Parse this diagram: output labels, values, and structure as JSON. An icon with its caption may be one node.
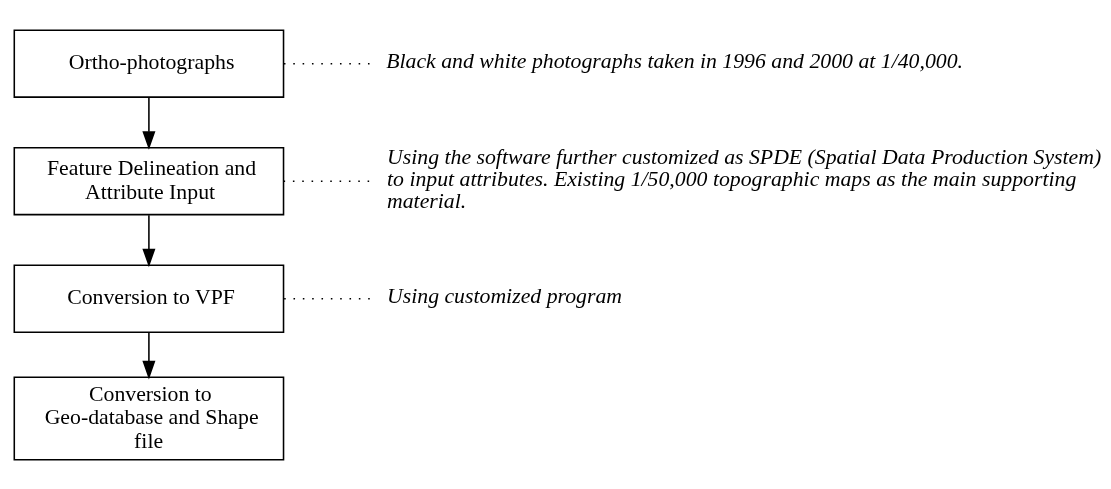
{
  "diagram": {
    "nodes": [
      {
        "text": [
          "Ortho-photographs"
        ]
      },
      {
        "text": [
          "Feature Delineation and Attribute Input"
        ]
      },
      {
        "text": [
          "Conversion to VPF"
        ]
      },
      {
        "text": [
          "Conversion to Geo-database and Shape file"
        ]
      },
      {
        "text": [
          "Black and white photographs taken in 1996 and 2000 at 1/40,000."
        ]
      },
      {
        "text": [
          "Using the software further customized as SPDE (Spatial Data Production System) to input attributes. Existing 1/50,000 topographic maps as the main supporting material."
        ]
      },
      {
        "text": [
          "Using customized program"
        ]
      }
    ],
    "edges": [
      {
        "from": 0,
        "to": 1,
        "arrow": "to"
      },
      {
        "from": 1,
        "to": 2,
        "arrow": "to"
      },
      {
        "from": 2,
        "to": 3,
        "arrow": "to"
      },
      {
        "from": 0,
        "to": 4,
        "arrow": "none",
        "style": "dashed"
      },
      {
        "from": 1,
        "to": 5,
        "arrow": "none",
        "style": "dashed"
      },
      {
        "from": 2,
        "to": 6,
        "arrow": "none",
        "style": "dashed"
      }
    ]
  }
}
